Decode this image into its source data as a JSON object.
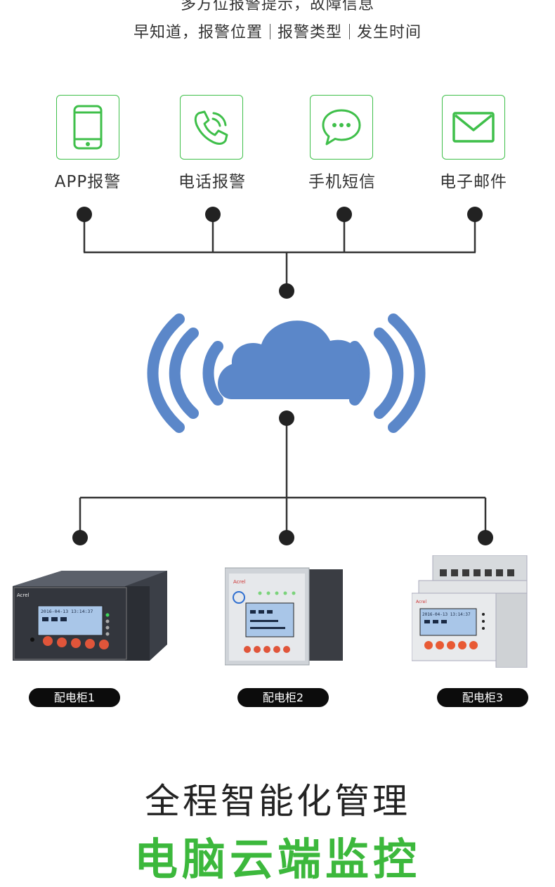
{
  "header": {
    "line1": "多方位报警提示，故障信息",
    "line2_parts": [
      "早知道，报警位置",
      "报警类型",
      "发生时间"
    ]
  },
  "alert_methods": [
    {
      "icon": "smartphone-icon",
      "label": "APP报警"
    },
    {
      "icon": "phone-call-icon",
      "label": "电话报警"
    },
    {
      "icon": "chat-bubble-icon",
      "label": "手机短信"
    },
    {
      "icon": "mail-icon",
      "label": "电子邮件"
    }
  ],
  "devices": [
    {
      "label": "配电柜1",
      "brand": "Acrel",
      "screen_text": "2016-04-13 13:14:37"
    },
    {
      "label": "配电柜2",
      "brand": "Acrel"
    },
    {
      "label": "配电柜3",
      "brand": "Acrel",
      "screen_text": "2016-04-13 13:14:37"
    }
  ],
  "footer": {
    "title": "全程智能化管理",
    "subtitle": "电脑云端监控"
  },
  "colors": {
    "accent_green": "#3fbf4a",
    "cloud_blue": "#5b87c9",
    "line": "#333333",
    "pill_bg": "#0c0c0c"
  }
}
